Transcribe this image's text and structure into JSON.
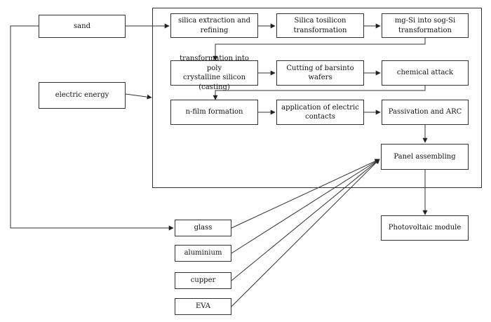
{
  "inputs": {
    "sand": "sand",
    "electric_energy": "electric energy"
  },
  "process": {
    "row1": [
      "silica extraction and\nrefining",
      "Silica tosilicon\ntransformation",
      "mg-Si into sog-Si\ntransformation"
    ],
    "row2": [
      "transformation into poly\ncrystalline silicon (casting)",
      "Cutting of barsinto wafers",
      "chemical attack"
    ],
    "row3": [
      "n-film formation",
      "application of electric\ncontacts",
      "Passivation and ARC"
    ],
    "panel": "Panel assembling"
  },
  "materials": [
    "glass",
    "aluminium",
    "cupper",
    "EVA"
  ],
  "output": "Photovoltaic module"
}
